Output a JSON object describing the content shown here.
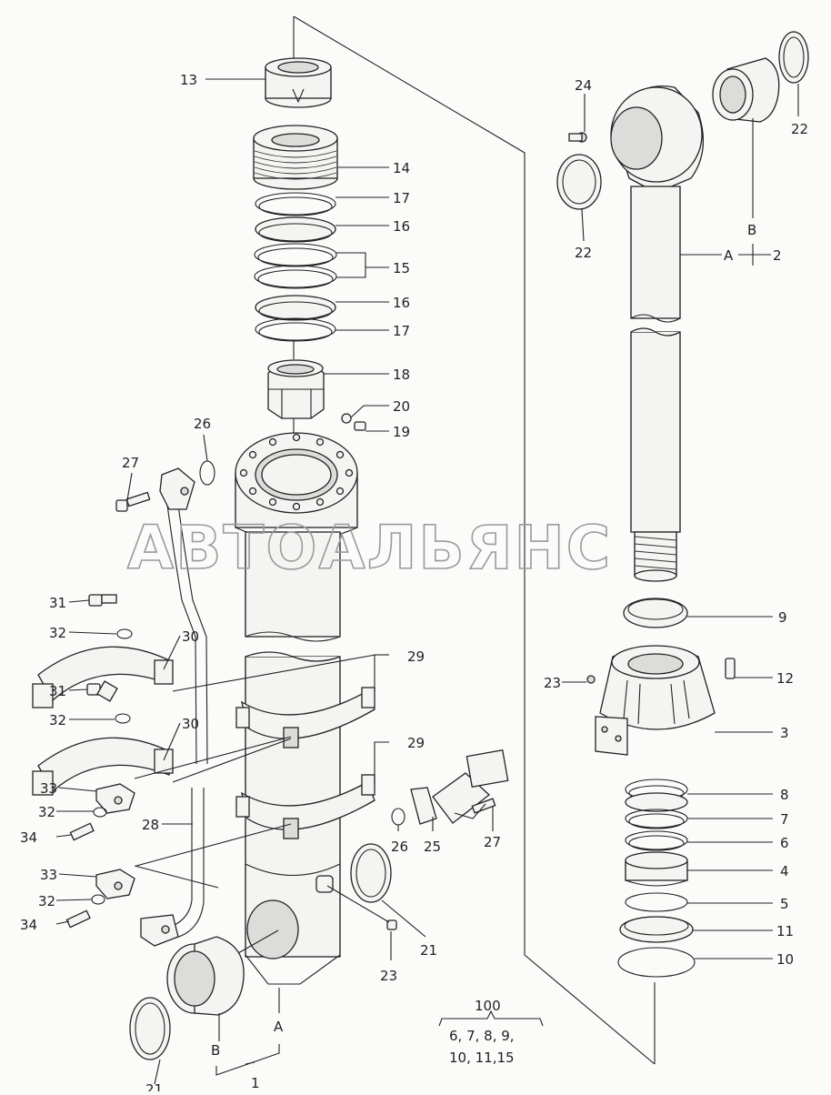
{
  "watermark": "АВТОАЛЬЯНС",
  "callouts": {
    "c13": "13",
    "c14": "14",
    "c17a": "17",
    "c16a": "16",
    "c15": "15",
    "c16b": "16",
    "c17b": "17",
    "c18": "18",
    "c20": "20",
    "c19": "19",
    "c26a": "26",
    "c27a": "27",
    "c31a": "31",
    "c32a": "32",
    "c30a": "30",
    "c29a": "29",
    "c31b": "31",
    "c32b": "32",
    "c30b": "30",
    "c29b": "29",
    "c33a": "33",
    "c32c": "32",
    "c34a": "34",
    "c28": "28",
    "c33b": "33",
    "c32d": "32",
    "c34b": "34",
    "c21a": "21",
    "c21b": "21",
    "c23a": "23",
    "c26b": "26",
    "c25": "25",
    "c27b": "27",
    "c24": "24",
    "c22a": "22",
    "c22b": "22",
    "c2": "2",
    "c9": "9",
    "c23b": "23",
    "c12": "12",
    "c3": "3",
    "c8": "8",
    "c7": "7",
    "c6": "6",
    "c4": "4",
    "c5": "5",
    "c11": "11",
    "c10": "10"
  },
  "letters": {
    "rod_a": "A",
    "rod_b": "B",
    "tube_a": "A",
    "tube_b": "B",
    "tube_no": "1"
  },
  "kit": {
    "number": "100",
    "line1": "6, 7, 8, 9,",
    "line2": "10, 11,15"
  }
}
